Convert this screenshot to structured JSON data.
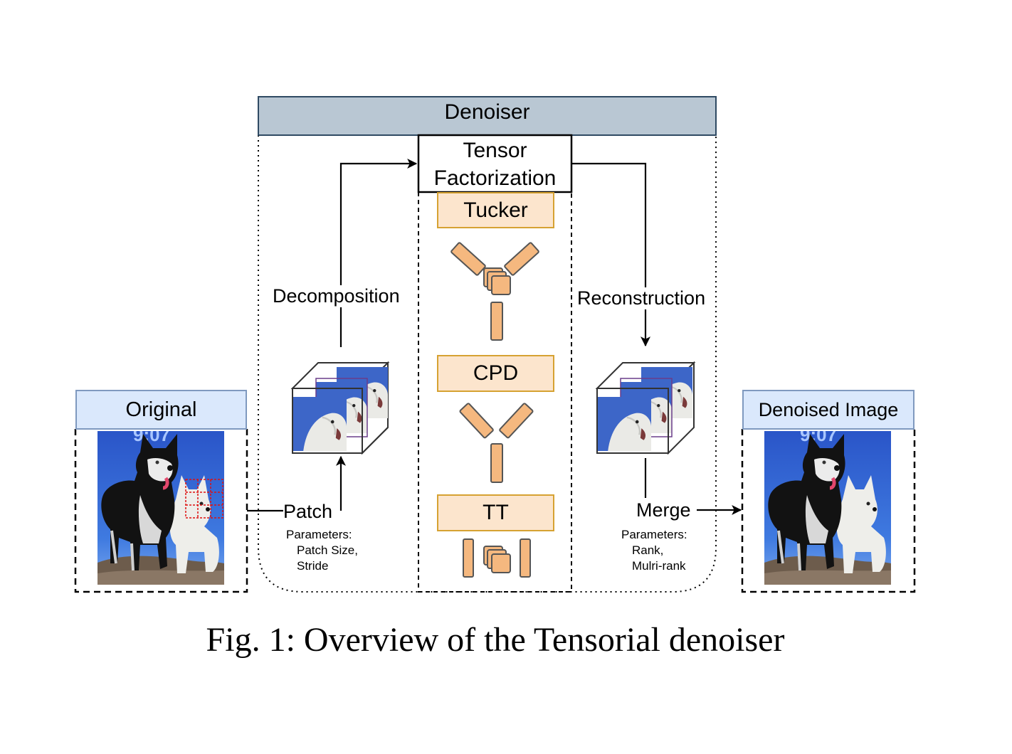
{
  "denoiser": {
    "title": "Denoiser"
  },
  "tensor_factorization": {
    "line1": "Tensor",
    "line2": "Factorization"
  },
  "methods": {
    "tucker": "Tucker",
    "cpd": "CPD",
    "tt": "TT"
  },
  "flow": {
    "decomposition": "Decomposition",
    "reconstruction": "Reconstruction",
    "patch": "Patch",
    "merge": "Merge"
  },
  "patch_params": {
    "title": "Parameters:",
    "line1": "Patch Size,",
    "line2": "Stride"
  },
  "merge_params": {
    "title": "Parameters:",
    "line1": "Rank,",
    "line2": "Mulri-rank"
  },
  "panels": {
    "original": "Original",
    "denoised": "Denoised Image"
  },
  "photo_overlay_text": "9:07",
  "caption": "Fig. 1: Overview of the Tensorial denoiser",
  "colors": {
    "denoiser_header": "#b9c7d3",
    "panel_header": "#dae8fc",
    "factor_fill": "#f5b87f",
    "method_fill": "#fce5cd",
    "method_border": "#d6a232",
    "sky": "#2f5fd0"
  }
}
